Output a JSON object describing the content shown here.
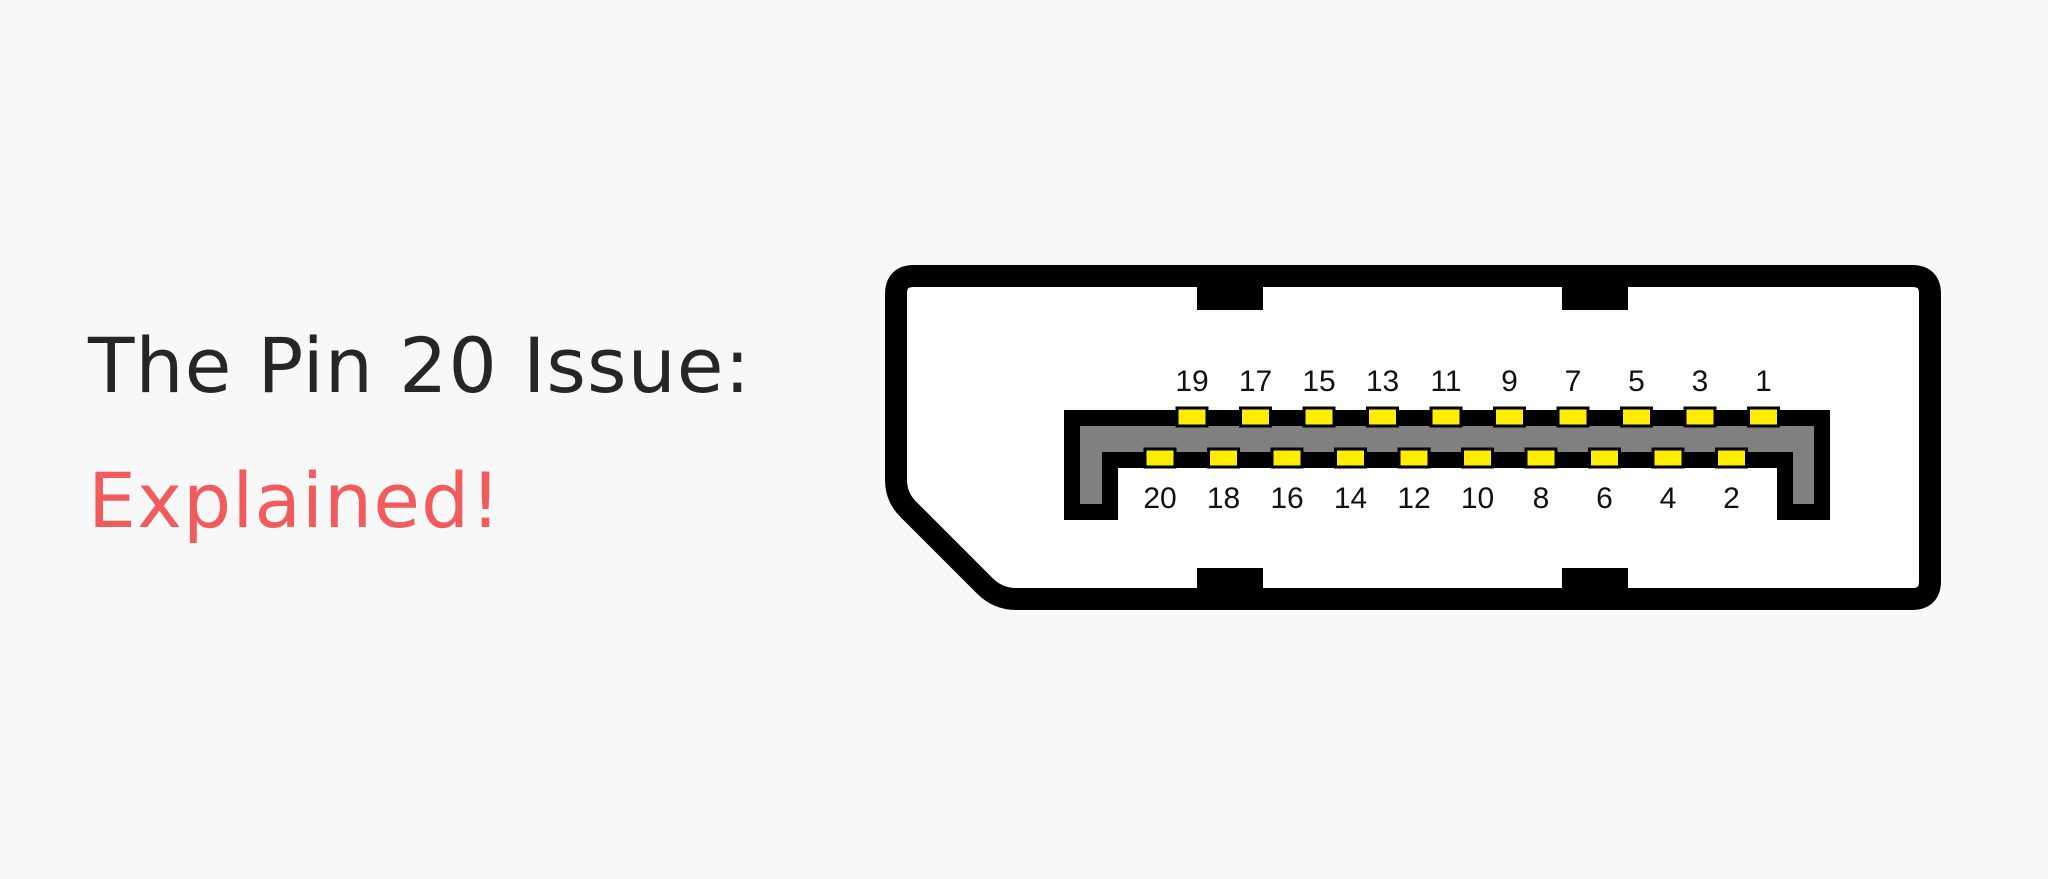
{
  "heading": {
    "line1": "The Pin 20 Issue:",
    "line2": "Explained!"
  },
  "connector": {
    "top_row_pins": [
      "19",
      "17",
      "15",
      "13",
      "11",
      "9",
      "7",
      "5",
      "3",
      "1"
    ],
    "bottom_row_pins": [
      "20",
      "18",
      "16",
      "14",
      "12",
      "10",
      "8",
      "6",
      "4",
      "2"
    ]
  },
  "colors": {
    "background": "#f8f8f8",
    "heading_text": "#262626",
    "accent_text": "#f25b5b",
    "connector_outline": "#000000",
    "connector_body": "#ffffff",
    "pin_carrier": "#808080",
    "pin_contact": "#ffee00"
  }
}
